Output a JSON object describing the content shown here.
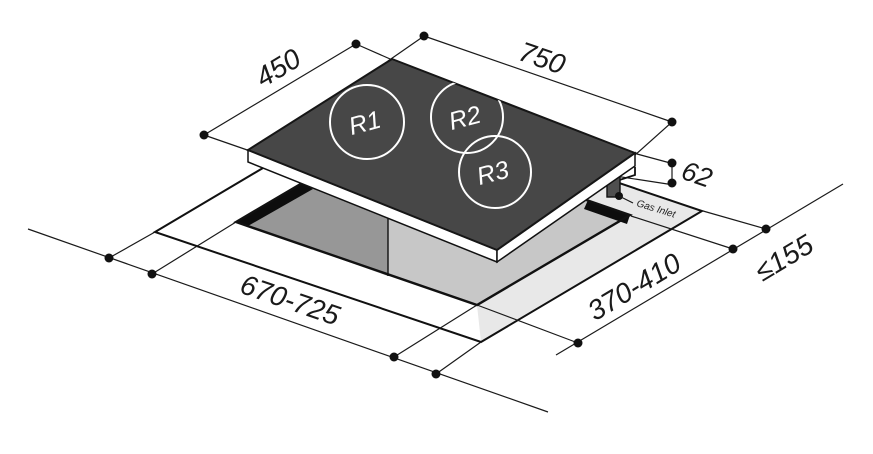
{
  "diagram": {
    "burners": {
      "r1": "R1",
      "r2": "R2",
      "r3": "R3"
    },
    "dimensions": {
      "top_width": "750",
      "left_depth": "450",
      "body_height": "62",
      "cutout_width": "670-725",
      "cutout_depth": "370-410",
      "max_edge_distance": "≤155"
    },
    "labels": {
      "gas_inlet": "Gas Inlet"
    },
    "colors": {
      "glass_top": "#474747",
      "counter_shadow": "#e8e8e8",
      "cutout_floor_dark": "#979797",
      "cutout_floor_light": "#c7c7c7",
      "line": "#1a1a1a"
    }
  }
}
